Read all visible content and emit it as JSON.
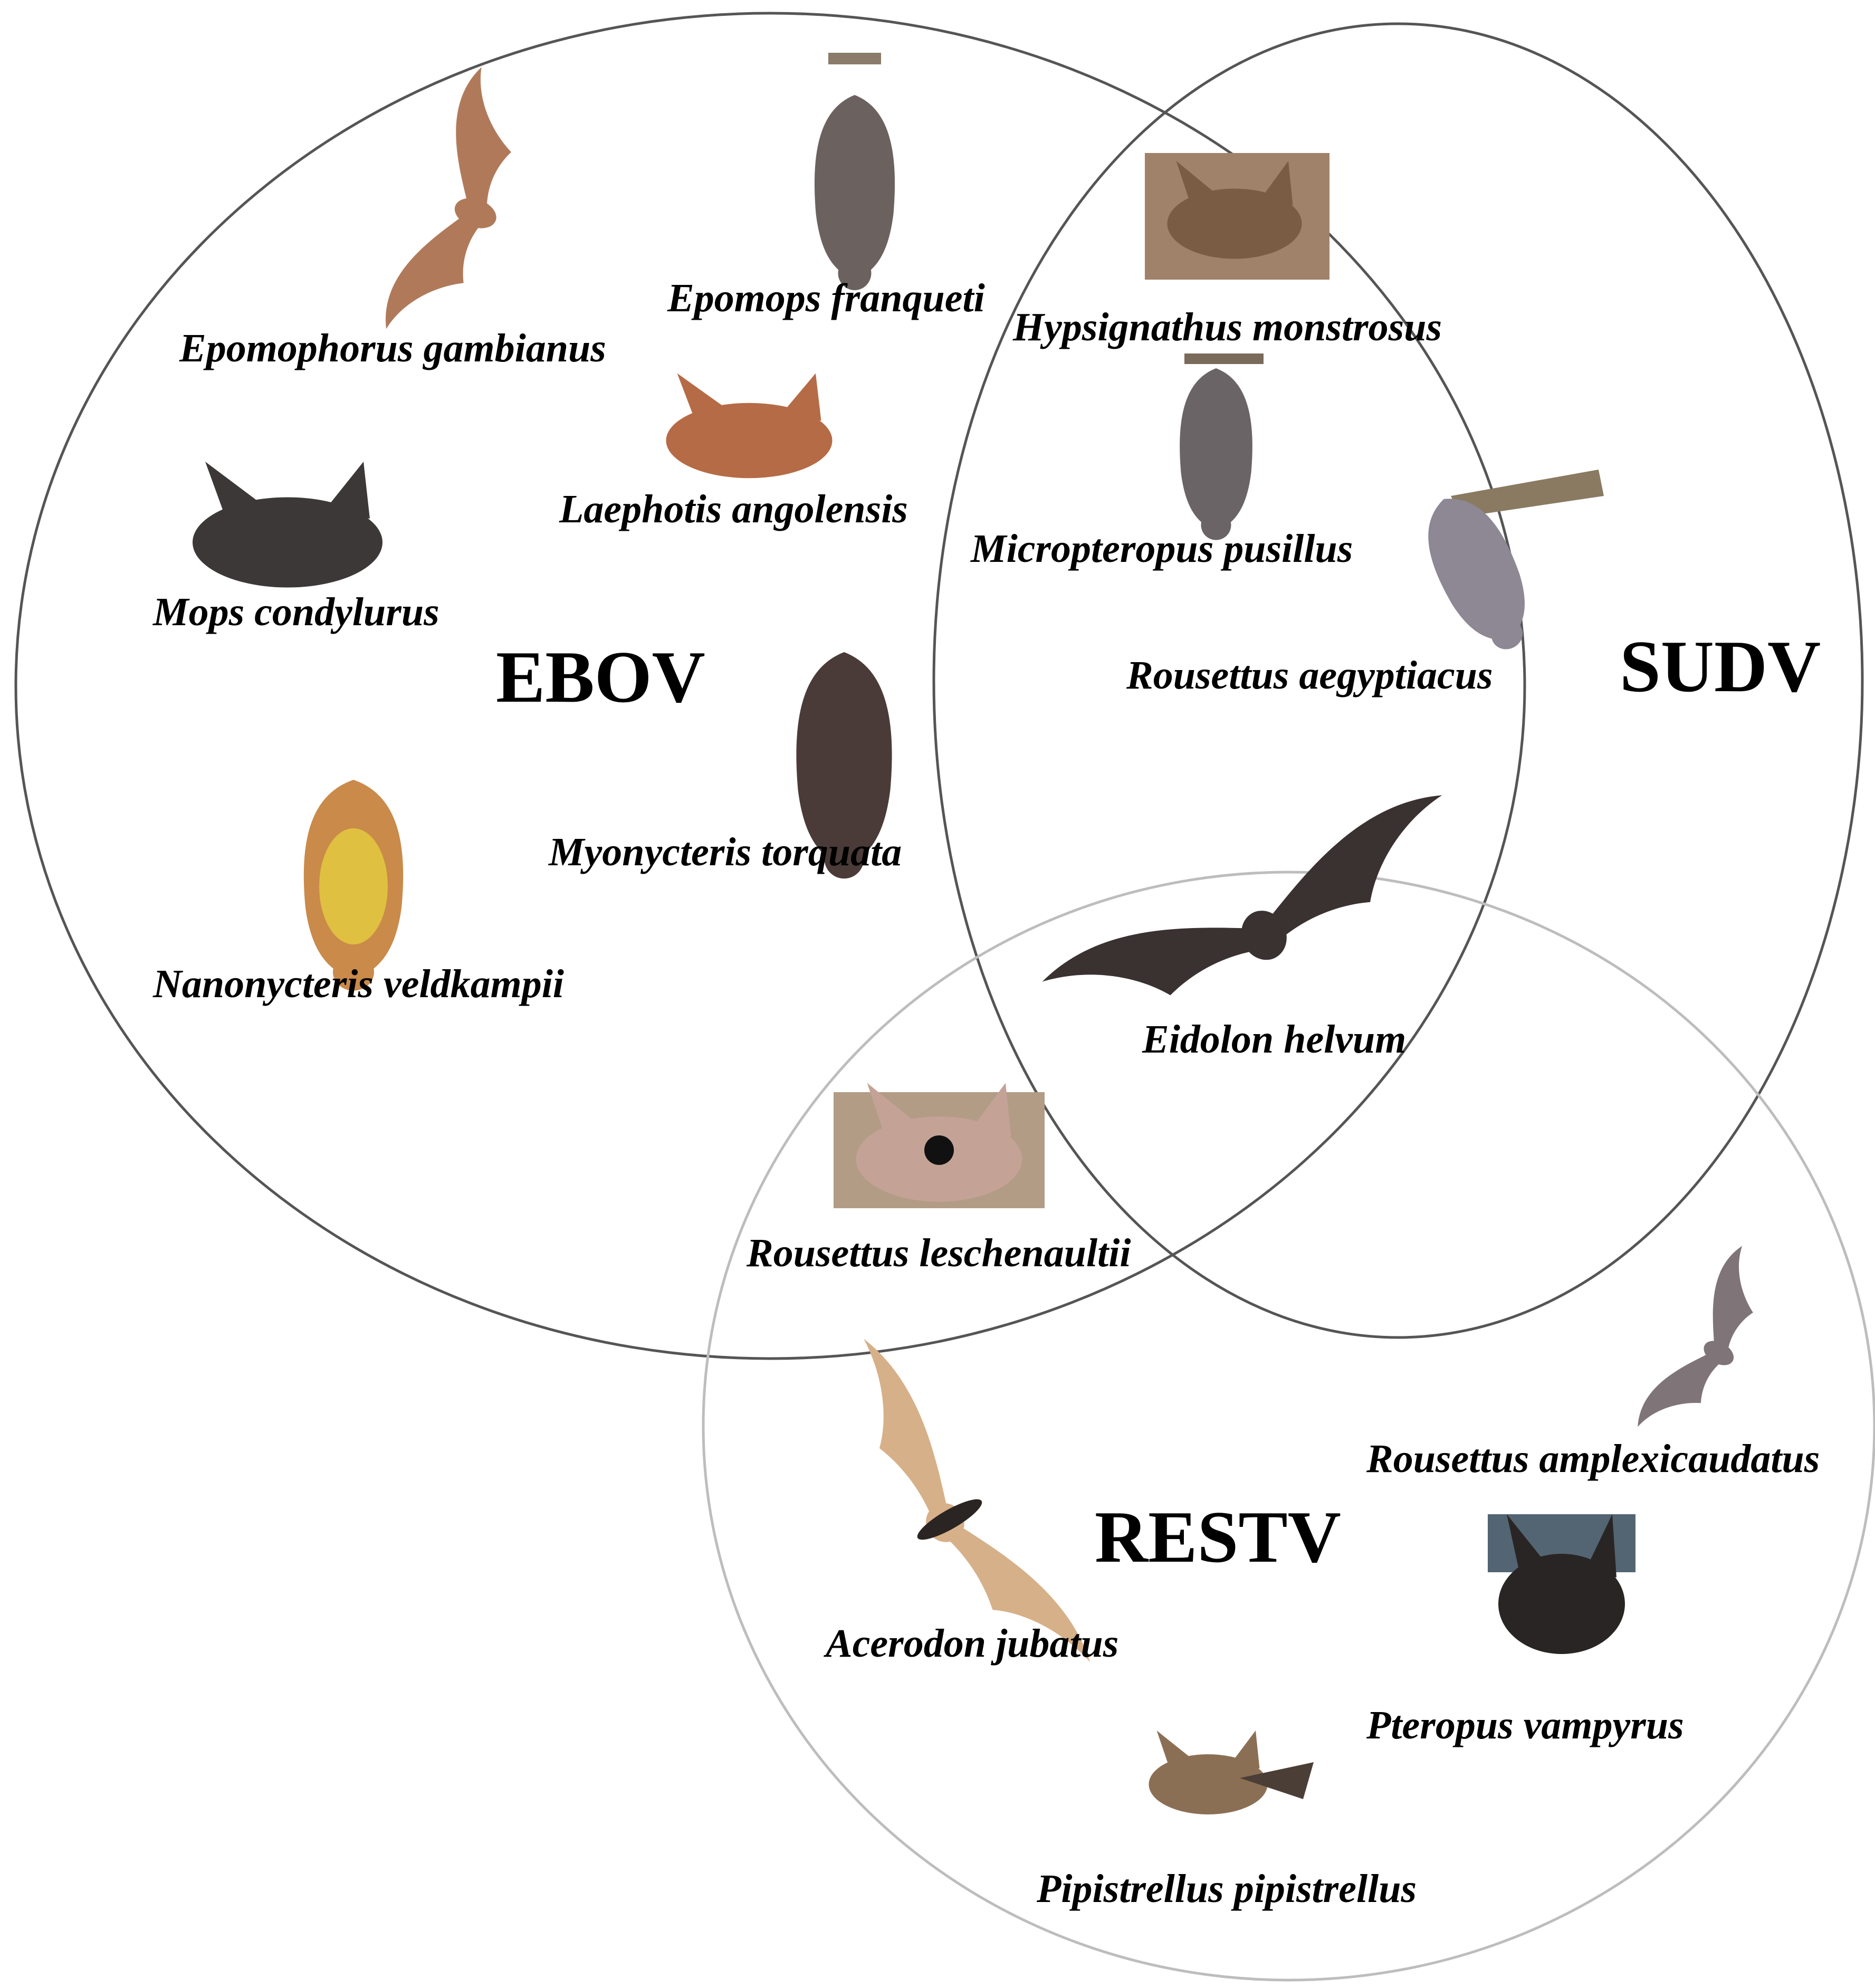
{
  "sets": {
    "ebov": "EBOV",
    "sudv": "SUDV",
    "restv": "RESTV"
  },
  "species": [
    {
      "label": "Epomophorus gambianus",
      "region": "EBOV"
    },
    {
      "label": "Epomops franqueti",
      "region": "EBOV"
    },
    {
      "label": "Laephotis angolensis",
      "region": "EBOV"
    },
    {
      "label": "Mops condylurus",
      "region": "EBOV"
    },
    {
      "label": "Myonycteris torquata",
      "region": "EBOV"
    },
    {
      "label": "Nanonycteris veldkampii",
      "region": "EBOV"
    },
    {
      "label": "Hypsignathus monstrosus",
      "region": "EBOV ∩ SUDV"
    },
    {
      "label": "Micropteropus pusillus",
      "region": "EBOV ∩ SUDV"
    },
    {
      "label": "Rousettus aegyptiacus",
      "region": "EBOV ∩ SUDV"
    },
    {
      "label": "Eidolon helvum",
      "region": "EBOV ∩ SUDV ∩ RESTV"
    },
    {
      "label": "Rousettus leschenaultii",
      "region": "EBOV ∩ RESTV"
    },
    {
      "label": "Rousettus amplexicaudatus",
      "region": "RESTV"
    },
    {
      "label": "Acerodon jubatus",
      "region": "RESTV"
    },
    {
      "label": "Pteropus vampyrus",
      "region": "RESTV"
    },
    {
      "label": "Pipistrellus pipistrellus",
      "region": "RESTV"
    }
  ],
  "colors": {
    "ebov_stroke": "#555555",
    "sudv_stroke": "#555555",
    "restv_stroke": "#bdbdbd",
    "text": "#000000"
  }
}
